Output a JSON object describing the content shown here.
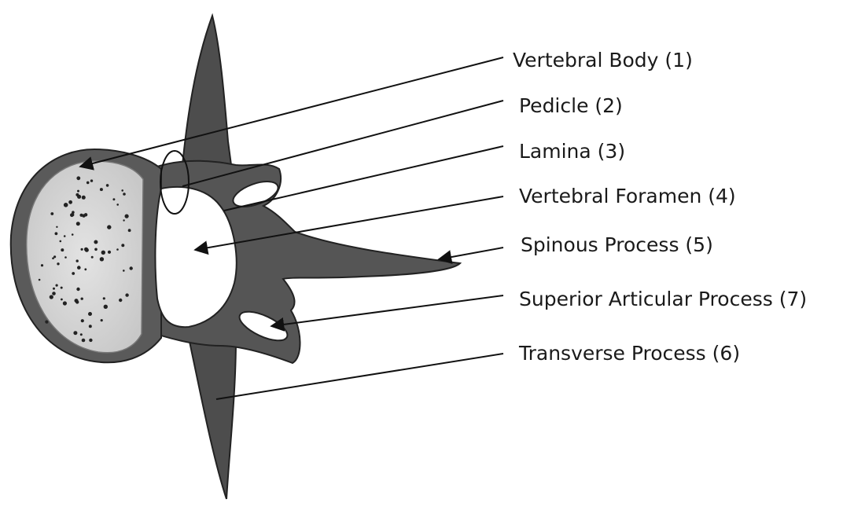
{
  "labels": [
    {
      "id": "vertebral-body",
      "text": "Vertebral Body (1)"
    },
    {
      "id": "pedicle",
      "text": "Pedicle (2)"
    },
    {
      "id": "lamina",
      "text": "Lamina (3)"
    },
    {
      "id": "vertebral-foramen",
      "text": "Vertebral Foramen (4)"
    },
    {
      "id": "spinous-process",
      "text": "Spinous Process (5)"
    },
    {
      "id": "superior-articular-process",
      "text": "Superior Articular Process (7)"
    },
    {
      "id": "transverse-process",
      "text": "Transverse Process (6)"
    }
  ],
  "colors": {
    "bone": "#4a4a4a",
    "bone_light": "#6b6b6b",
    "body_fill": "#d8d8d8",
    "line": "#111111",
    "text": "#1a1a1a"
  }
}
